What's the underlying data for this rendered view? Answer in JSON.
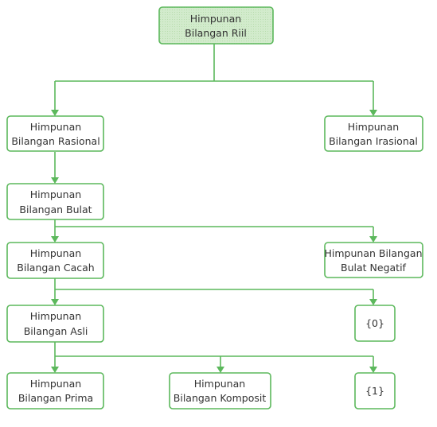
{
  "colors": {
    "stroke": "#5cb85c",
    "root_fill": "#cfe9c9",
    "text": "#333333"
  },
  "nodes": {
    "riil": {
      "lines": [
        "Himpunan",
        "Bilangan Riil"
      ]
    },
    "rasional": {
      "lines": [
        "Himpunan",
        "Bilangan Rasional"
      ]
    },
    "irasional": {
      "lines": [
        "Himpunan",
        "Bilangan Irasional"
      ]
    },
    "bulat": {
      "lines": [
        "Himpunan",
        "Bilangan Bulat"
      ]
    },
    "cacah": {
      "lines": [
        "Himpunan",
        "Bilangan Cacah"
      ]
    },
    "bulat_negatif": {
      "lines": [
        "Himpunan Bilangan",
        "Bulat Negatif"
      ]
    },
    "asli": {
      "lines": [
        "Himpunan",
        "Bilangan Asli"
      ]
    },
    "nol": {
      "lines": [
        "{0}"
      ]
    },
    "prima": {
      "lines": [
        "Himpunan",
        "Bilangan Prima"
      ]
    },
    "komposit": {
      "lines": [
        "Himpunan",
        "Bilangan Komposit"
      ]
    },
    "satu": {
      "lines": [
        "{1}"
      ]
    }
  },
  "edges": [
    {
      "from": "riil",
      "to": "rasional"
    },
    {
      "from": "riil",
      "to": "irasional"
    },
    {
      "from": "rasional",
      "to": "bulat"
    },
    {
      "from": "bulat",
      "to": "cacah"
    },
    {
      "from": "bulat",
      "to": "bulat_negatif"
    },
    {
      "from": "cacah",
      "to": "asli"
    },
    {
      "from": "cacah",
      "to": "nol"
    },
    {
      "from": "asli",
      "to": "prima"
    },
    {
      "from": "asli",
      "to": "komposit"
    },
    {
      "from": "asli",
      "to": "satu"
    }
  ]
}
